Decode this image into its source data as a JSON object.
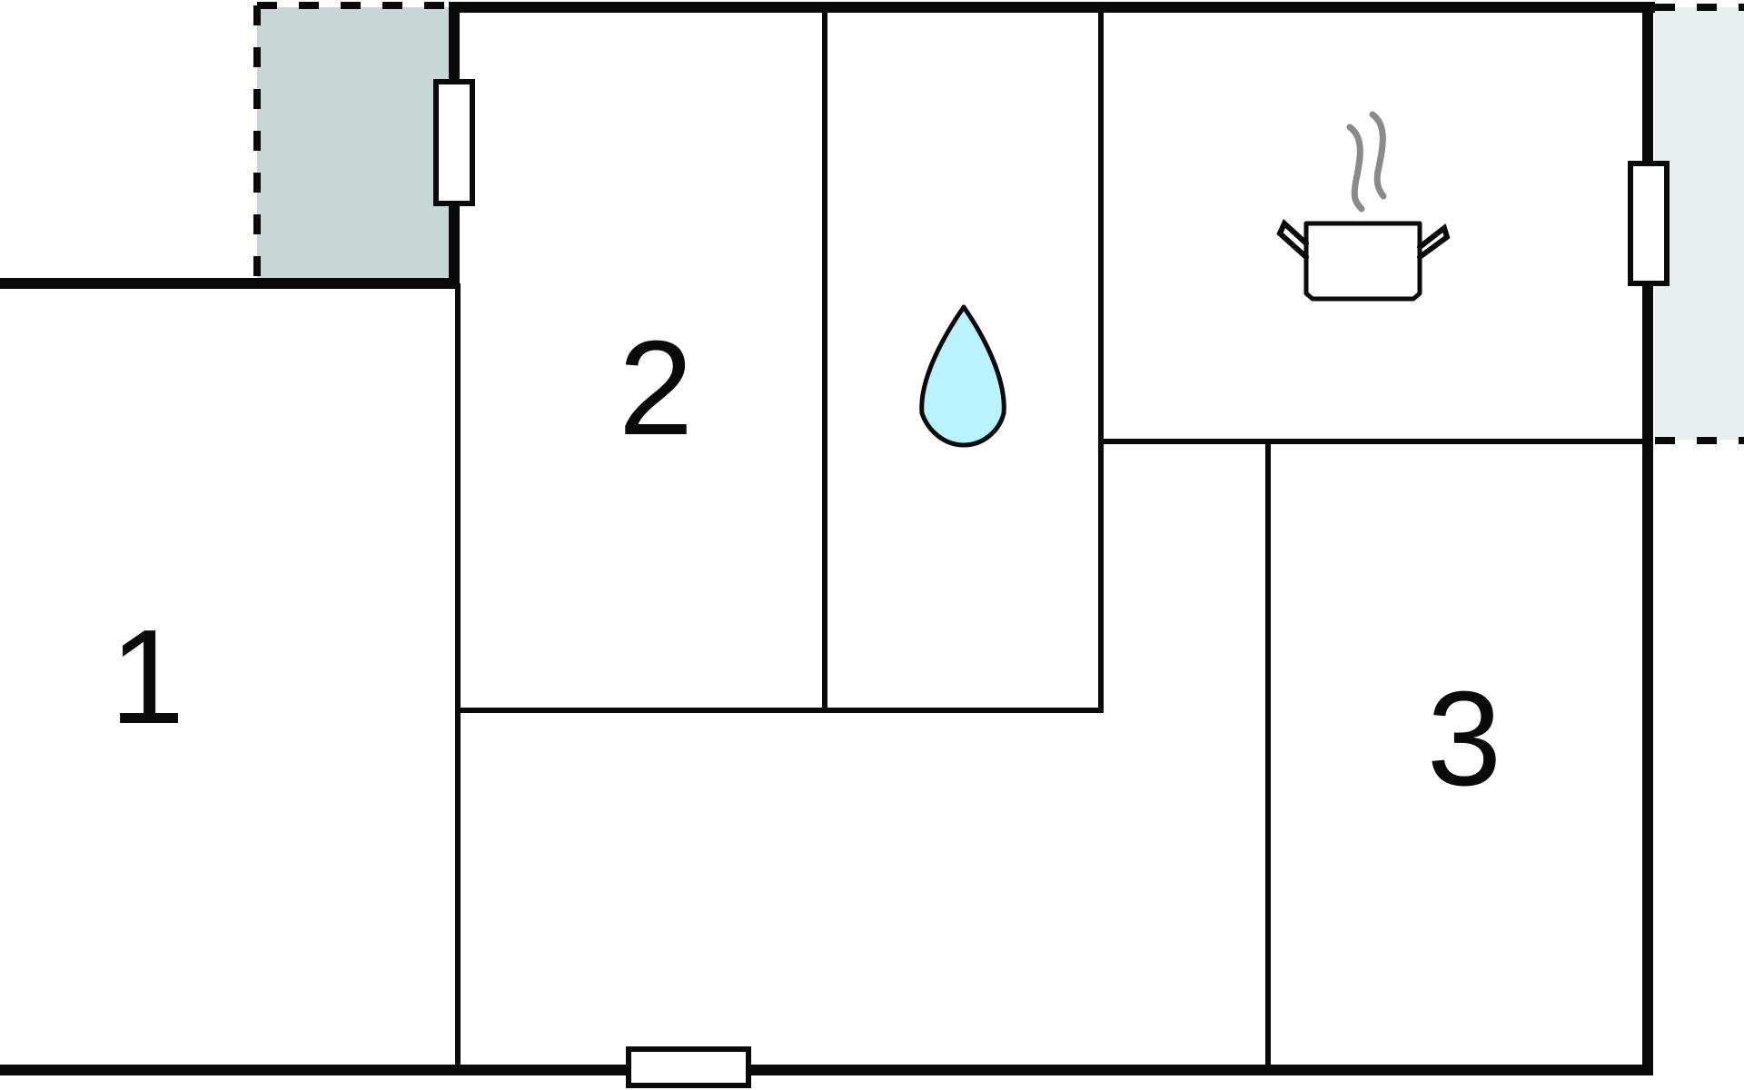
{
  "floorplan": {
    "rooms": [
      {
        "id": "room-1",
        "label": "1"
      },
      {
        "id": "room-2",
        "label": "2"
      },
      {
        "id": "room-3",
        "label": "3"
      }
    ],
    "icons": [
      {
        "name": "water-drop-icon",
        "meaning": "bathroom"
      },
      {
        "name": "cooking-pot-icon",
        "meaning": "kitchen"
      }
    ],
    "colors": {
      "wall": "#0a0a0a",
      "terrace_left": "#c8d6d6",
      "terrace_right": "#e8efee",
      "water_drop": "#b9f3ff",
      "steam": "#8a8a8a"
    }
  }
}
